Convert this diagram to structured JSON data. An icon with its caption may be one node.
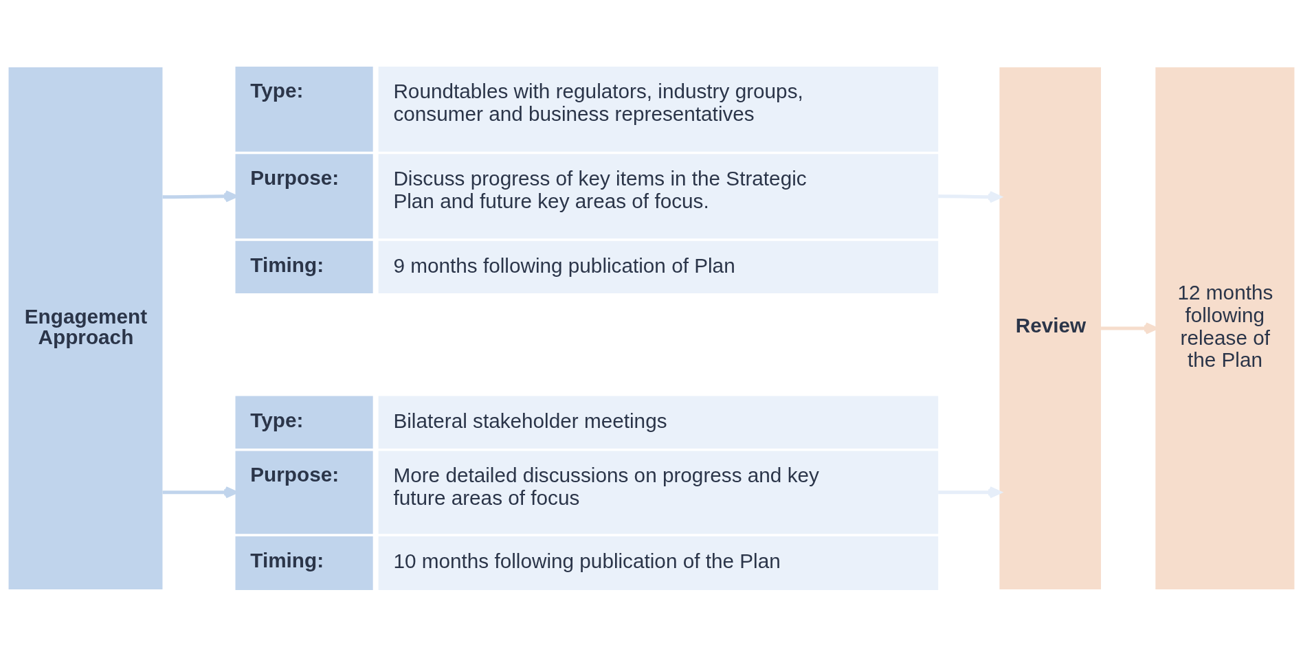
{
  "diagram": {
    "nodes": [
      {
        "text": [
          "Engagement Approach"
        ]
      },
      {
        "text": [
          "Type:"
        ]
      },
      {
        "text": [
          "Roundtables with regulators, industry groups, consumer and business representatives"
        ]
      },
      {
        "text": [
          "Purpose:"
        ]
      },
      {
        "text": [
          "Discuss progress of key items in the Strategic Plan and future key areas of focus."
        ]
      },
      {
        "text": [
          "Timing:"
        ]
      },
      {
        "text": [
          "9 months following publication of Plan"
        ]
      },
      {
        "text": [
          "Type:"
        ]
      },
      {
        "text": [
          "Bilateral stakeholder meetings"
        ]
      },
      {
        "text": [
          "Purpose:"
        ]
      },
      {
        "text": [
          "More detailed discussions on progress and key future areas of focus"
        ]
      },
      {
        "text": [
          "Timing:"
        ]
      },
      {
        "text": [
          "10 months following publication of the Plan"
        ]
      },
      {
        "text": [
          "Review"
        ]
      },
      {
        "text": [
          "12 months following release of the Plan"
        ]
      }
    ],
    "edges": [
      {
        "from": 0,
        "to": 3,
        "arrow": "to",
        "color": "#c0d4ec"
      },
      {
        "from": 0,
        "to": 9,
        "arrow": "to",
        "color": "#c0d4ec"
      },
      {
        "from": 4,
        "to": 13,
        "arrow": "to",
        "color": "#e6eef9"
      },
      {
        "from": 10,
        "to": 13,
        "arrow": "to",
        "color": "#e6eef9"
      },
      {
        "from": 13,
        "to": 14,
        "arrow": "to",
        "color": "#f6ddcc"
      }
    ]
  }
}
